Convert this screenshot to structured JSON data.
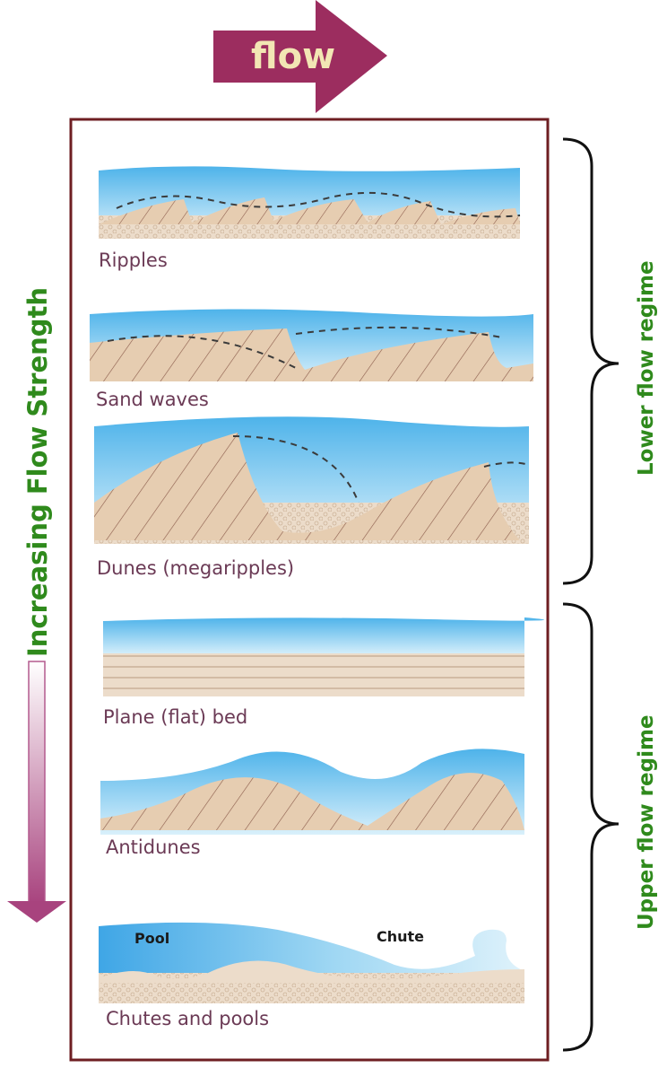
{
  "flow_label": "flow",
  "strength_label": "Increasing Flow Strength",
  "regimes": {
    "lower": "Lower flow regime",
    "upper": "Upper flow regime"
  },
  "panels": [
    {
      "label": "Ripples"
    },
    {
      "label": "Sand waves"
    },
    {
      "label": "Dunes (megaripples)"
    },
    {
      "label": "Plane (flat) bed"
    },
    {
      "label": "Antidunes"
    },
    {
      "label": "Chutes and pools",
      "annotations": {
        "pool": "Pool",
        "chute": "Chute"
      }
    }
  ],
  "colors": {
    "frame": "#6e1e22",
    "flow_arrow": "#9c2d5f",
    "water": "#7cc7ef",
    "sand": "#e6cdb1",
    "lamina": "#8a5a4a",
    "regime_text": "#2f8a1c",
    "panel_label": "#6b3a55"
  }
}
